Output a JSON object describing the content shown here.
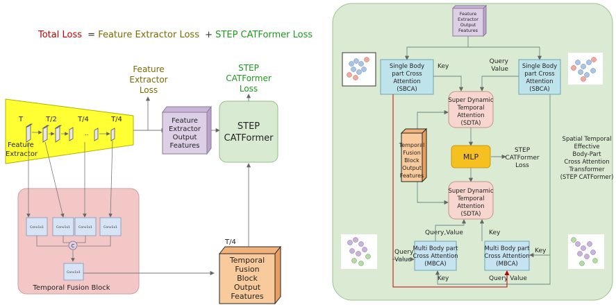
{
  "formula": {
    "total": "Total Loss",
    "eq": "=",
    "fe": "Feature Extractor Loss",
    "plus": "+",
    "step": "STEP CATFormer Loss"
  },
  "left": {
    "fe_loss": [
      "Feature",
      "Extractor",
      "Loss"
    ],
    "step_loss": [
      "STEP",
      "CATFormer",
      "Loss"
    ],
    "time_labels": [
      "T",
      "T/2",
      "T/4",
      "T/4"
    ],
    "dots": "..",
    "fe_label": [
      "Feature",
      "Extractor"
    ],
    "feo_box": [
      "Feature",
      "Extractor",
      "Output",
      "Features"
    ],
    "step_box": [
      "STEP",
      "CATFormer"
    ],
    "conv_labels": [
      "Conv1x1",
      "Conv1x1",
      "Conv1x1",
      "Conv1x1"
    ],
    "concat": "C",
    "conv_bottom": "Conv1x1",
    "tfb_label": "Temporal Fusion Block",
    "tfbo_t": "T/4",
    "tfbo_box": [
      "Temporal",
      "Fusion",
      "Block",
      "Output",
      "Features"
    ]
  },
  "right": {
    "feo_small": [
      "Feature",
      "Extractor",
      "Output",
      "Features"
    ],
    "sbca": [
      "Single Body",
      "part Cross",
      "Attention",
      "(SBCA)"
    ],
    "key": "Key",
    "query_value": [
      "Query",
      "Value"
    ],
    "sdta": [
      "Super Dynamic",
      "Temporal",
      "Attention",
      "(SDTA)"
    ],
    "tfbo": [
      "Temporal",
      "Fusion",
      "Block",
      "Output",
      "Features"
    ],
    "mlp": "MLP",
    "step_loss": [
      "STEP",
      "CATFormer",
      "Loss"
    ],
    "description": [
      "Spatial Temporal",
      "Effective",
      "Body-Part",
      "Cross Attention",
      "Transformer",
      "(STEP CATFormer)"
    ],
    "mbca": [
      "Multi Body part",
      "Cross Attention",
      "(MBCA)"
    ],
    "query_value_comma": "Query,Value",
    "query_value_space": "Query Value"
  },
  "colors": {
    "red": "#c00000",
    "olive": "#7a6a00",
    "green": "#1a9a1a",
    "panel_green": "#dbebd3",
    "sbca": "#bfe3ea",
    "sdta": "#f8d6d0",
    "mlp": "#f5c020",
    "mbca": "#c6e3f1",
    "purple": "#ddd0e6",
    "orange": "#f9cb9c",
    "yellow": "#ffff33",
    "tfb_pink": "#f4c7c7",
    "conv_blue": "#d6e4f5"
  }
}
